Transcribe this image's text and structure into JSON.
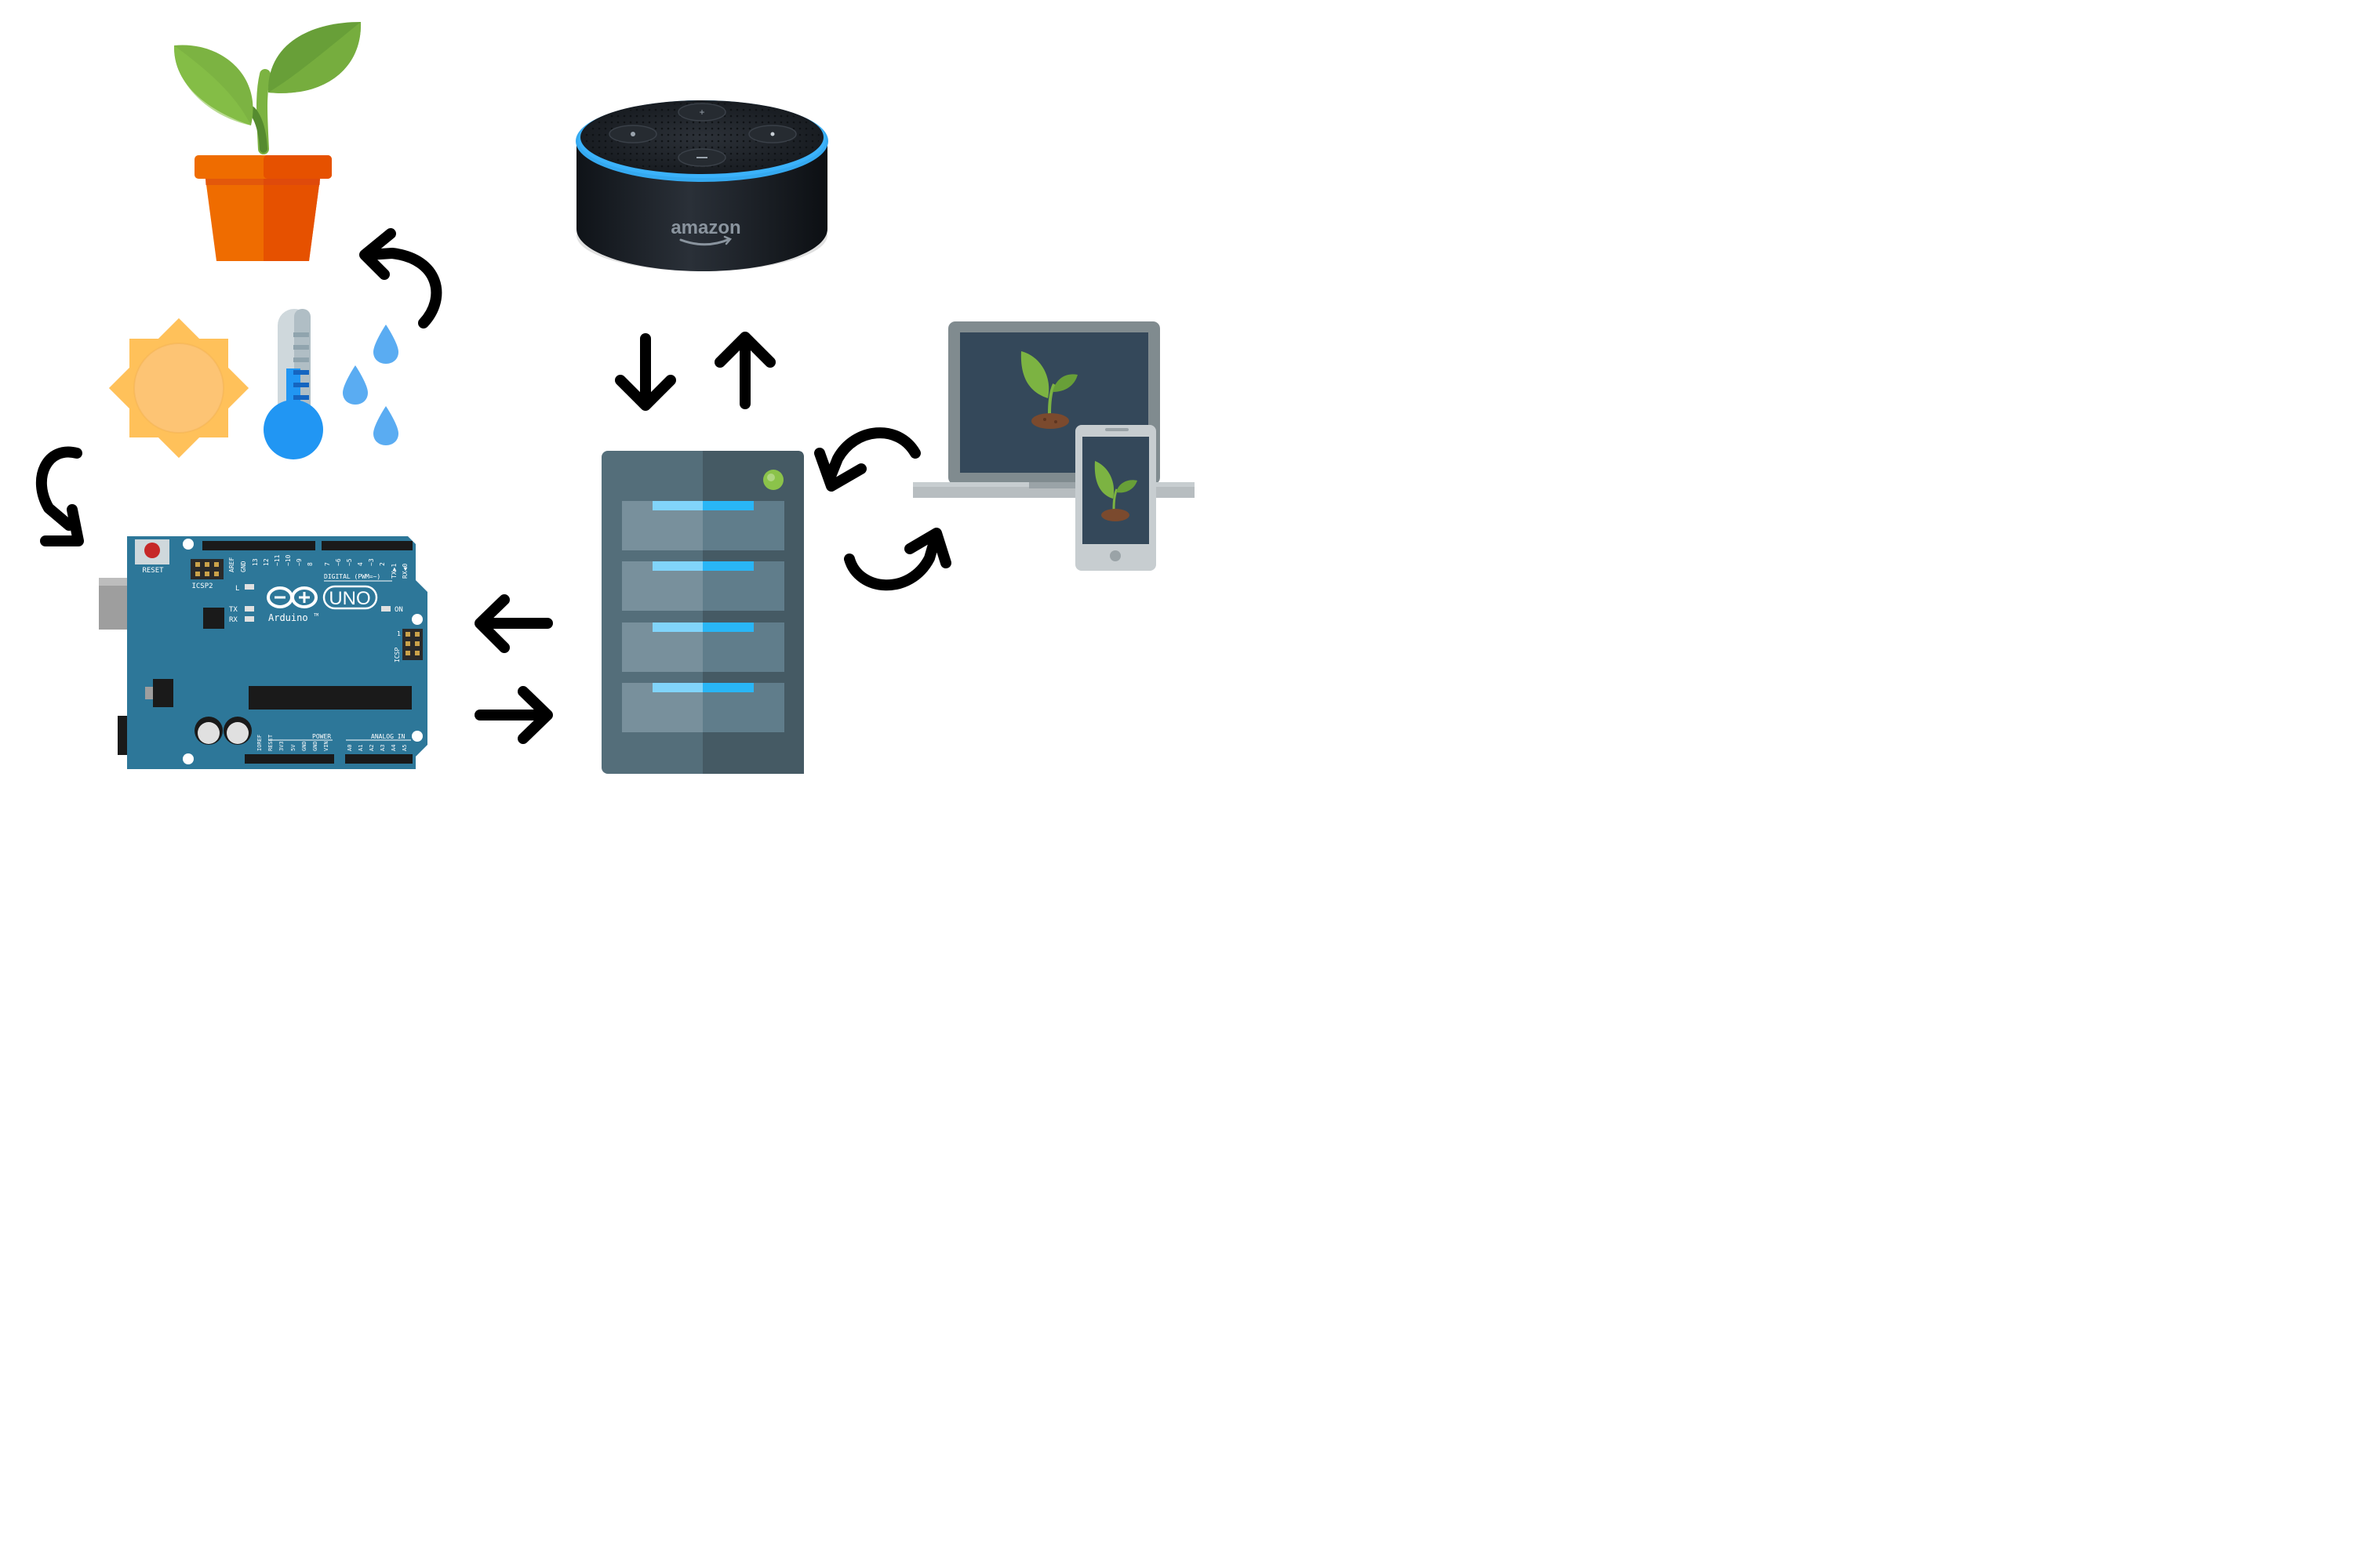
{
  "echo": {
    "brand": "amazon"
  },
  "arduino": {
    "reset_label": "RESET",
    "icsp2_label": "ICSP2",
    "icsp_label": "ICSP",
    "aref_label": "AREF",
    "gnd_label": "GND",
    "pin13": "13",
    "pin12": "12",
    "pin11": "~11",
    "pin10": "~10",
    "pin9": "~9",
    "pin8": "8",
    "pin7": "7",
    "pin6": "~6",
    "pin5": "~5",
    "pin4": "4",
    "pin3": "~3",
    "pin2": "2",
    "tx_pin": "TX▶1",
    "rx_pin": "RX◀0",
    "digital_label": "DIGITAL (PWM=~)",
    "l_label": "L",
    "tx_label": "TX",
    "rx_label": "RX",
    "on_label": "ON",
    "uno_label": "UNO",
    "brand": "Arduino",
    "tm": "TM",
    "icsp_pin1": "1",
    "power_label": "POWER",
    "analog_label": "ANALOG IN",
    "ioref": "IOREF",
    "reset_pin": "RESET",
    "v33": "3V3",
    "v5": "5V",
    "gnd1": "GND",
    "gnd2": "GND",
    "vin": "VIN",
    "a0": "A0",
    "a1": "A1",
    "a2": "A2",
    "a3": "A3",
    "a4": "A4",
    "a5": "A5"
  },
  "colors": {
    "leaf_light": "#7cb342",
    "leaf_dark": "#558b2f",
    "pot_light": "#ef6c00",
    "pot_dark": "#e65100",
    "sun_outer": "#ffc15a",
    "sun_inner": "#fdc474",
    "thermo_blue": "#2196f3",
    "drop_blue": "#5aacf2",
    "echo_ring": "#3fb7ff",
    "arduino_board": "#2d7799",
    "server_light": "#546e7a",
    "server_dark": "#455a64",
    "server_led": "#8bc34a",
    "laptop_frame": "#808b8f",
    "arrow": "#000000"
  },
  "icons": [
    "plant-pot-icon",
    "sun-icon",
    "thermometer-icon",
    "water-drop-icon",
    "amazon-echo-dot-icon",
    "server-icon",
    "laptop-icon",
    "smartphone-icon",
    "arduino-uno-board-icon"
  ]
}
